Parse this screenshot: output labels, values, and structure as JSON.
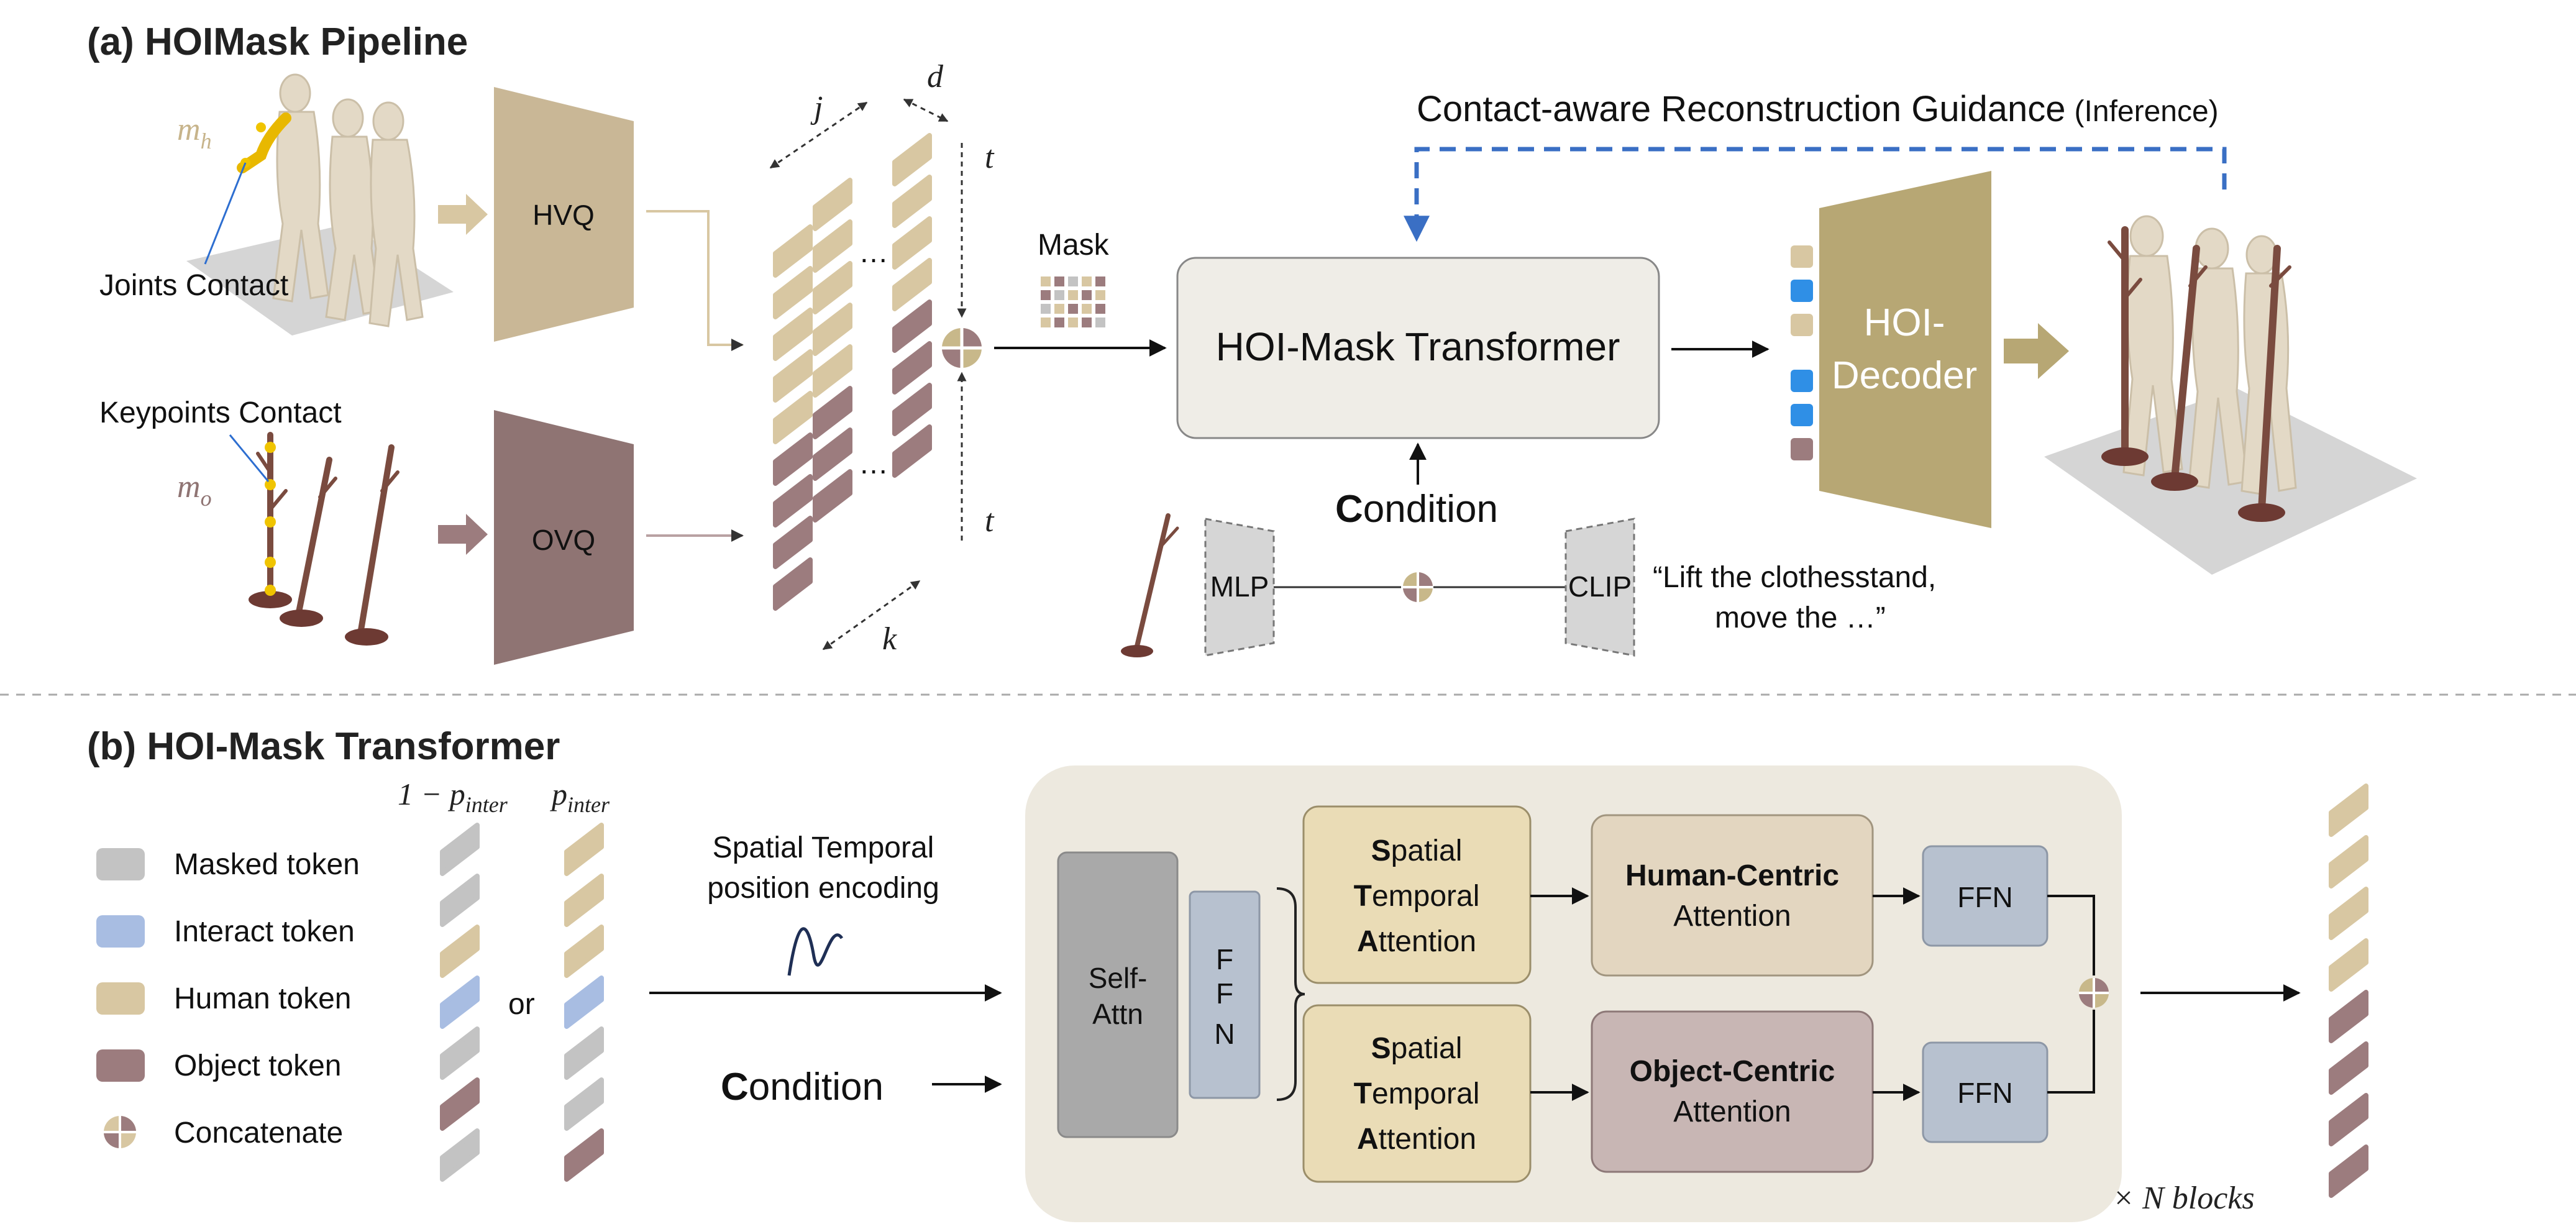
{
  "section_a": {
    "title": "(a) HOIMask Pipeline",
    "mh_label": "m",
    "mh_sub": "h",
    "mo_label": "m",
    "mo_sub": "o",
    "joints_contact": "Joints Contact",
    "keypoints_contact": "Keypoints Contact",
    "hvq": "HVQ",
    "ovq": "OVQ",
    "dim_j": "j",
    "dim_d": "d",
    "dim_k": "k",
    "dim_t_top": "t",
    "dim_t_bottom": "t",
    "mask_label": "Mask",
    "transformer_label": "HOI-Mask Transformer",
    "guidance_main": "Contact-aware Reconstruction Guidance",
    "guidance_note": "(Inference)",
    "condition_bold": "C",
    "condition_rest": "ondition",
    "mlp": "MLP",
    "clip": "CLIP",
    "prompt_line1": "“Lift the clothesstand,",
    "prompt_line2": "move the …”",
    "decoder_line1": "HOI-",
    "decoder_line2": "Decoder"
  },
  "section_b": {
    "title": "(b) HOI-Mask Transformer",
    "legend": [
      {
        "label": "Masked token",
        "color": "#c3c3c3"
      },
      {
        "label": "Interact token",
        "color": "#a8bde2"
      },
      {
        "label": "Human token",
        "color": "#d8c7a2"
      },
      {
        "label": "Object token",
        "color": "#9c7c7e"
      },
      {
        "label": "Concatenate",
        "color": "#c8b88a"
      }
    ],
    "prob_left": "1 − p",
    "prob_left_sub": "inter",
    "prob_right": "p",
    "prob_right_sub": "inter",
    "or_label": "or",
    "pos_enc_line1": "Spatial Temporal",
    "pos_enc_line2": "position encoding",
    "condition_bold": "C",
    "condition_rest": "ondition",
    "self_attn_line1": "Self-",
    "self_attn_line2": "Attn",
    "ffn_vertical": [
      "F",
      "F",
      "N"
    ],
    "sta_top": [
      "S",
      "patial",
      "T",
      "emporal",
      "A",
      "ttention"
    ],
    "sta_bottom": [
      "S",
      "patial",
      "T",
      "emporal",
      "A",
      "ttention"
    ],
    "human_centric_bold": "Human-Centric",
    "human_centric_rest": "Attention",
    "object_centric_bold": "Object-Centric",
    "object_centric_rest": "Attention",
    "ffn_top": "FFN",
    "ffn_bottom": "FFN",
    "n_blocks": "× N blocks"
  },
  "colors": {
    "human": "#d8c7a2",
    "object": "#9c7c7e",
    "masked": "#c3c3c3",
    "interact": "#a8bde2",
    "interact_bright": "#2f8fe6",
    "hvq": "#c9b796",
    "ovq": "#8f7473",
    "decoder": "#b7a774",
    "guidance_dash": "#3a6fc4"
  }
}
